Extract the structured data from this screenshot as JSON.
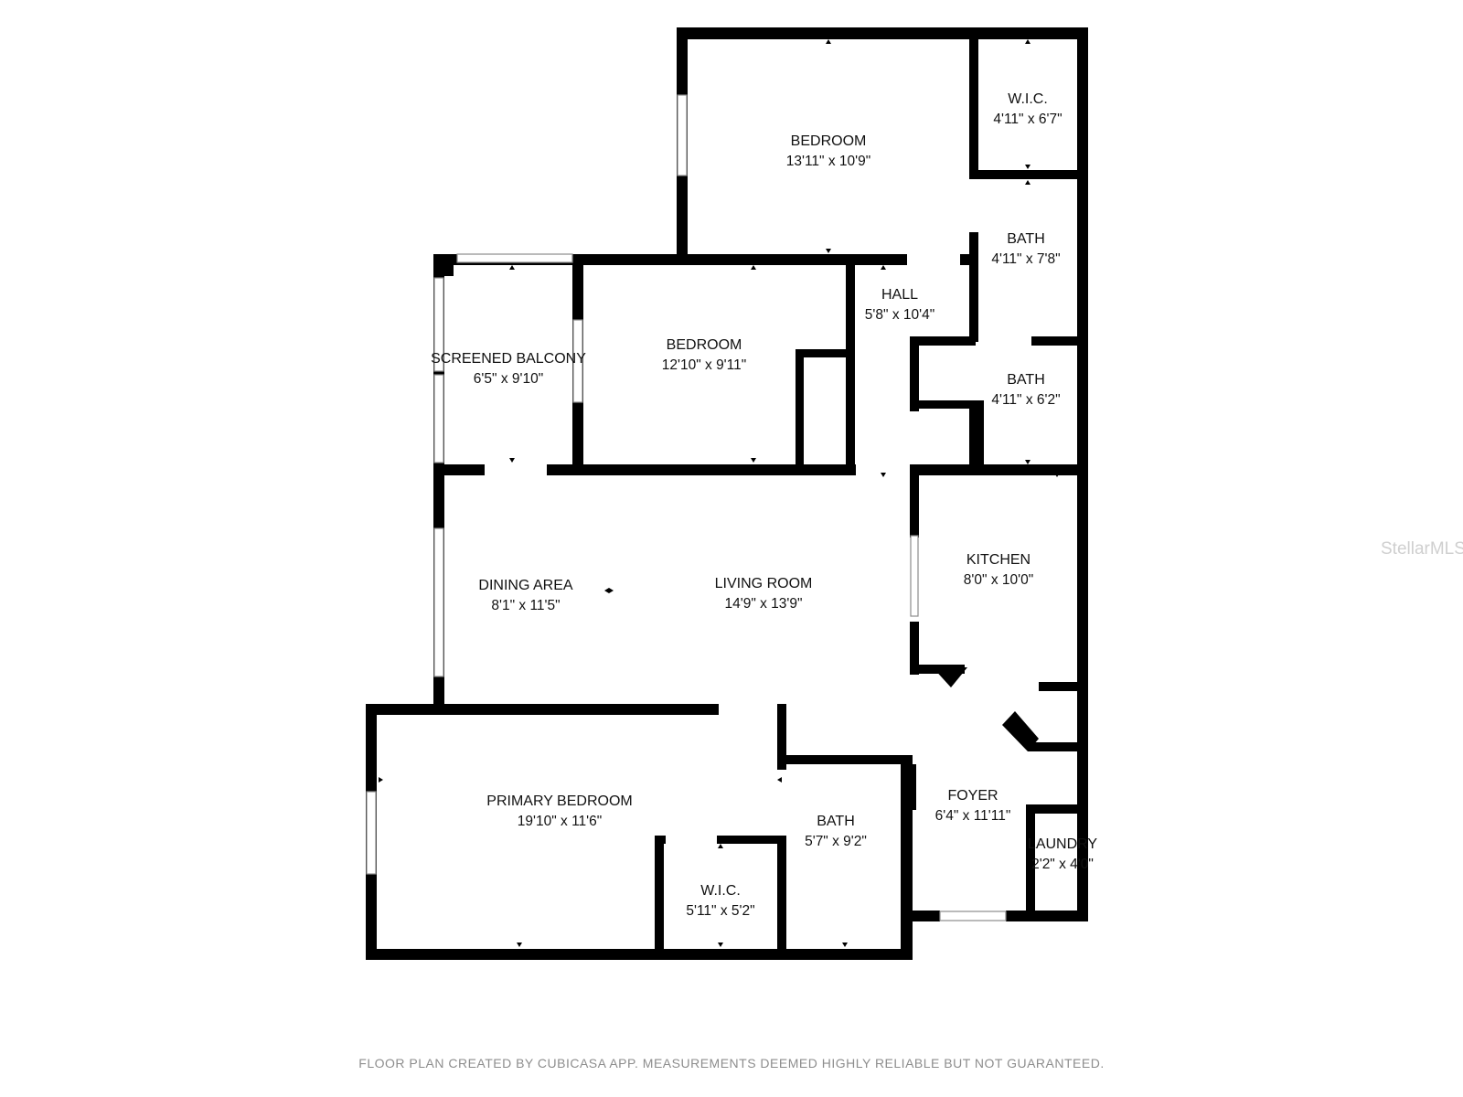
{
  "rooms": [
    {
      "id": "bedroom-2",
      "name": "BEDROOM",
      "dims": "13'11\" x 10'9\""
    },
    {
      "id": "wic-upper",
      "name": "W.I.C.",
      "dims": "4'11\" x 6'7\""
    },
    {
      "id": "bath-upper",
      "name": "BATH",
      "dims": "4'11\" x 7'8\""
    },
    {
      "id": "hall",
      "name": "HALL",
      "dims": "5'8\" x 10'4\""
    },
    {
      "id": "bedroom-3",
      "name": "BEDROOM",
      "dims": "12'10\" x 9'11\""
    },
    {
      "id": "screened-balcony",
      "name": "SCREENED BALCONY",
      "dims": "6'5\" x 9'10\""
    },
    {
      "id": "bath-middle",
      "name": "BATH",
      "dims": "4'11\" x 6'2\""
    },
    {
      "id": "kitchen",
      "name": "KITCHEN",
      "dims": "8'0\" x 10'0\""
    },
    {
      "id": "dining-area",
      "name": "DINING AREA",
      "dims": "8'1\" x 11'5\""
    },
    {
      "id": "living-room",
      "name": "LIVING ROOM",
      "dims": "14'9\" x 13'9\""
    },
    {
      "id": "primary-bedroom",
      "name": "PRIMARY BEDROOM",
      "dims": "19'10\" x 11'6\""
    },
    {
      "id": "bath-primary",
      "name": "BATH",
      "dims": "5'7\" x 9'2\""
    },
    {
      "id": "wic-primary",
      "name": "W.I.C.",
      "dims": "5'11\" x 5'2\""
    },
    {
      "id": "foyer",
      "name": "FOYER",
      "dims": "6'4\" x 11'11\""
    },
    {
      "id": "laundry",
      "name": "LAUNDRY",
      "dims": "2'2\" x 4'0\""
    }
  ],
  "footer": "FLOOR PLAN CREATED BY CUBICASA APP. MEASUREMENTS DEEMED HIGHLY RELIABLE BUT NOT GUARANTEED.",
  "watermark": "StellarMLS",
  "colors": {
    "wall": "#000000",
    "window": "#8c8c8c",
    "footer": "#8d8d8d",
    "watermark": "#cfcfcf"
  }
}
